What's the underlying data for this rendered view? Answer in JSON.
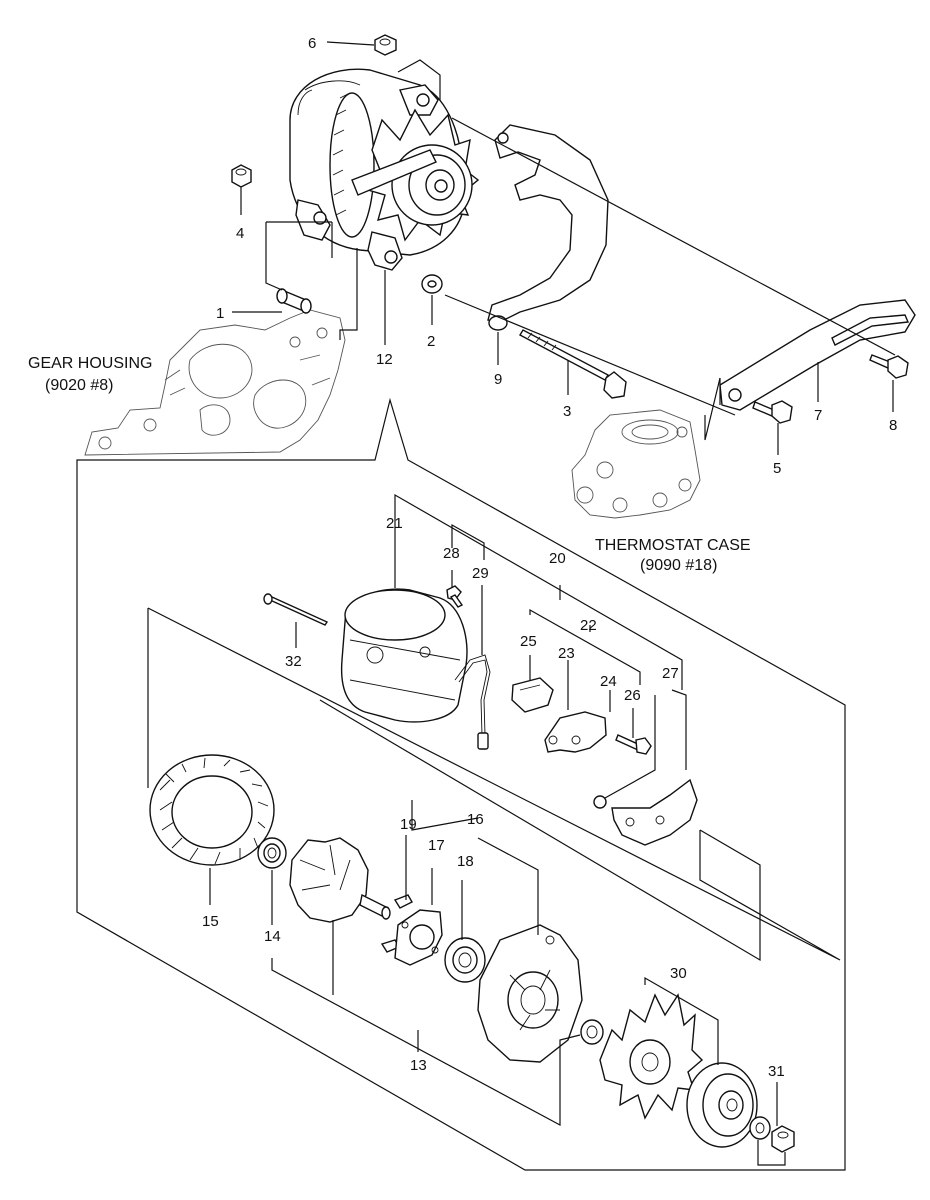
{
  "diagram": {
    "parts": [
      "1",
      "2",
      "3",
      "4",
      "5",
      "6",
      "7",
      "8",
      "9",
      "12",
      "13",
      "14",
      "15",
      "16",
      "17",
      "18",
      "19",
      "20",
      "21",
      "22",
      "23",
      "24",
      "25",
      "26",
      "27",
      "28",
      "29",
      "30",
      "31",
      "32"
    ],
    "references": {
      "gear_housing": {
        "name": "GEAR HOUSING",
        "code": "(9020 #8)"
      },
      "thermostat_case": {
        "name": "THERMOSTAT CASE",
        "code": "(9090 #18)"
      }
    }
  }
}
